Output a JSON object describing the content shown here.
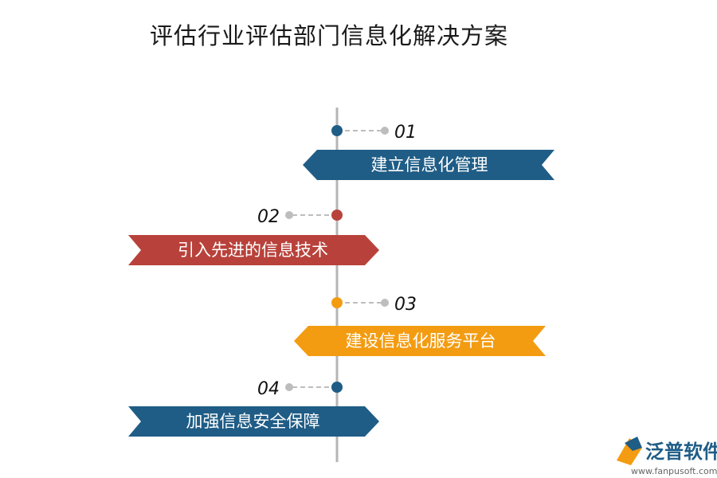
{
  "title": "评估行业评估部门信息化解决方案",
  "colors": {
    "blue": "#1f5d86",
    "red": "#b8423b",
    "orange": "#f39c12",
    "line": "#b5b5b5",
    "connector": "#bdbdbd"
  },
  "steps": [
    {
      "number": "01",
      "label": "建立信息化管理",
      "color": "blue"
    },
    {
      "number": "02",
      "label": "引入先进的信息技术",
      "color": "red"
    },
    {
      "number": "03",
      "label": "建设信息化服务平台",
      "color": "orange"
    },
    {
      "number": "04",
      "label": "加强信息安全保障",
      "color": "blue"
    }
  ],
  "watermark": {
    "brand": "泛普软件",
    "url": "www.fanpusoft.com",
    "icon": "fanpu-logo-icon"
  }
}
